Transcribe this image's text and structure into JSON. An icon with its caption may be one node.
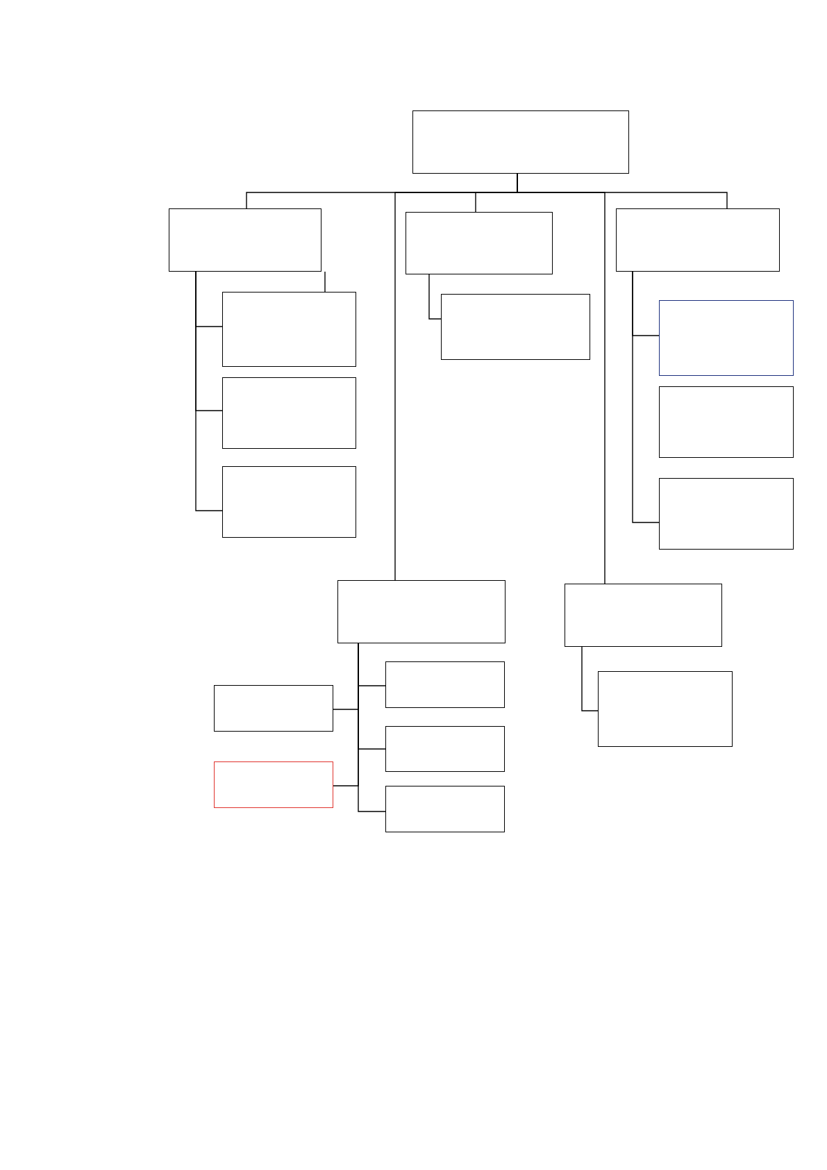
{
  "diagram": {
    "nodes": [
      {
        "text": [],
        "shape": "box"
      },
      {
        "text": [],
        "shape": "box"
      },
      {
        "text": [],
        "shape": "box"
      },
      {
        "text": [],
        "shape": "box"
      },
      {
        "text": [],
        "shape": "box"
      },
      {
        "text": [],
        "shape": "box"
      },
      {
        "text": [],
        "shape": "box"
      },
      {
        "text": [],
        "shape": "box"
      },
      {
        "text": [],
        "shape": "box"
      },
      {
        "text": [],
        "shape": "box"
      },
      {
        "text": [],
        "shape": "box"
      },
      {
        "text": [],
        "shape": "box"
      },
      {
        "text": [],
        "shape": "box"
      },
      {
        "text": [],
        "shape": "box"
      },
      {
        "text": [],
        "shape": "box"
      },
      {
        "text": [],
        "shape": "box"
      },
      {
        "text": [],
        "shape": "box"
      },
      {
        "text": [],
        "shape": "box"
      },
      {
        "text": [],
        "shape": "box"
      }
    ],
    "edges": [
      {
        "from": 0,
        "to": 1,
        "arrow": "none"
      },
      {
        "from": 0,
        "to": 2,
        "arrow": "none"
      },
      {
        "from": 0,
        "to": 3,
        "arrow": "none"
      },
      {
        "from": 0,
        "to": 11,
        "arrow": "none"
      },
      {
        "from": 0,
        "to": 12,
        "arrow": "none"
      },
      {
        "from": 1,
        "to": 4,
        "arrow": "none"
      },
      {
        "from": 1,
        "to": 4,
        "arrow": "none"
      },
      {
        "from": 1,
        "to": 7,
        "arrow": "none"
      },
      {
        "from": 1,
        "to": 9,
        "arrow": "none"
      },
      {
        "from": 2,
        "to": 5,
        "arrow": "none"
      },
      {
        "from": 3,
        "to": 6,
        "arrow": "none"
      },
      {
        "from": 3,
        "to": 10,
        "arrow": "none"
      },
      {
        "from": 11,
        "to": 13,
        "arrow": "none"
      },
      {
        "from": 11,
        "to": 15,
        "arrow": "none"
      },
      {
        "from": 11,
        "to": 16,
        "arrow": "none"
      },
      {
        "from": 11,
        "to": 17,
        "arrow": "none"
      },
      {
        "from": 11,
        "to": 18,
        "arrow": "none"
      },
      {
        "from": 12,
        "to": 14,
        "arrow": "none"
      }
    ]
  }
}
